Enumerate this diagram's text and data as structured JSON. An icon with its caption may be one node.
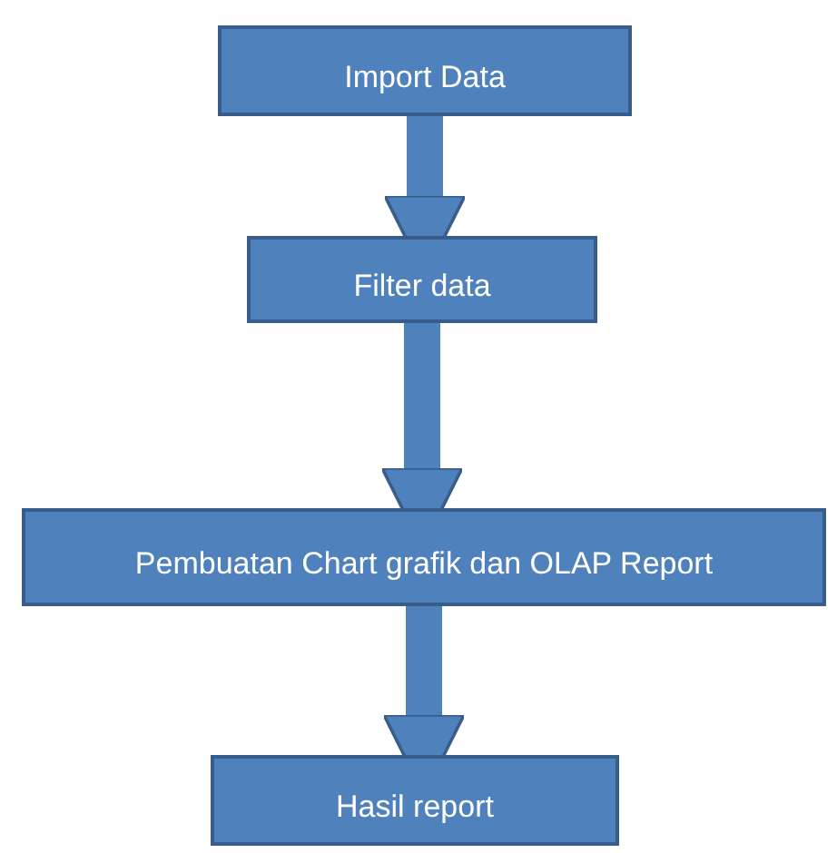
{
  "diagram": {
    "nodes": [
      {
        "text": [
          "Import Data"
        ]
      },
      {
        "text": [
          "Filter data"
        ]
      },
      {
        "text": [
          "Pembuatan Chart grafik dan OLAP Report"
        ]
      },
      {
        "text": [
          "Hasil report"
        ]
      }
    ],
    "edges": [
      {
        "from": 0,
        "to": 1,
        "arrow": "to"
      },
      {
        "from": 1,
        "to": 2,
        "arrow": "to"
      },
      {
        "from": 2,
        "to": 3,
        "arrow": "to"
      }
    ]
  }
}
